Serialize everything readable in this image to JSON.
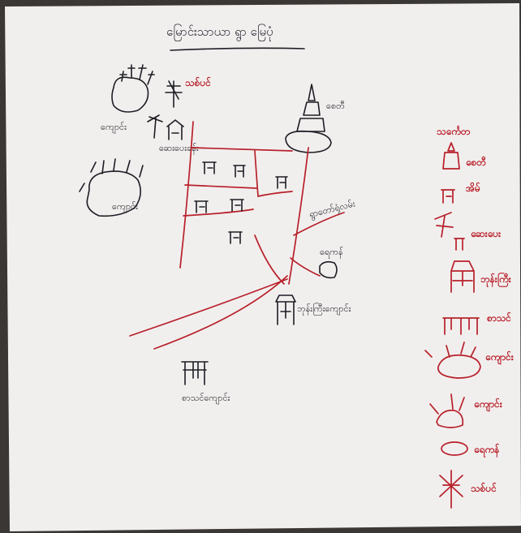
{
  "map": {
    "title": "မြောင်းသာယာ ရွာ မြေပုံ",
    "labels": {
      "monastery_top_left": "ကျောင်း",
      "monastery_left": "ကျောင်း",
      "coconut_palm": "သစ်ပင်",
      "clinic": "ဆေးပေးခန်း",
      "pagoda": "စေတီ",
      "village_road": "ရွာတော်ရုံလမ်း",
      "pond": "ရေကန်",
      "teashop": "ဘုန်းကြီးကျောင်း",
      "school": "စာသင်ကျောင်း"
    },
    "legend": {
      "heading": "သင်္ကေတ",
      "items": [
        {
          "icon": "pagoda-icon",
          "label": "စေတီ"
        },
        {
          "icon": "house-icon",
          "label": "အိမ်"
        },
        {
          "icon": "clinic-icon",
          "label": "ဆေးပေး"
        },
        {
          "icon": "monastery-building-icon",
          "label": "ဘုန်းကြီး"
        },
        {
          "icon": "school-icon",
          "label": "စာသင်"
        },
        {
          "icon": "monastery-icon",
          "label": "ကျောင်း"
        },
        {
          "icon": "small-monastery-icon",
          "label": "ကျောင်း"
        },
        {
          "icon": "pond-icon",
          "label": "ရေကန်"
        },
        {
          "icon": "tree-icon",
          "label": "သစ်ပင်"
        }
      ]
    },
    "colors": {
      "paper": "#f1efee",
      "ink": "#1d1d24",
      "red_ink": "#b8202a",
      "background": "#3a3735"
    }
  }
}
